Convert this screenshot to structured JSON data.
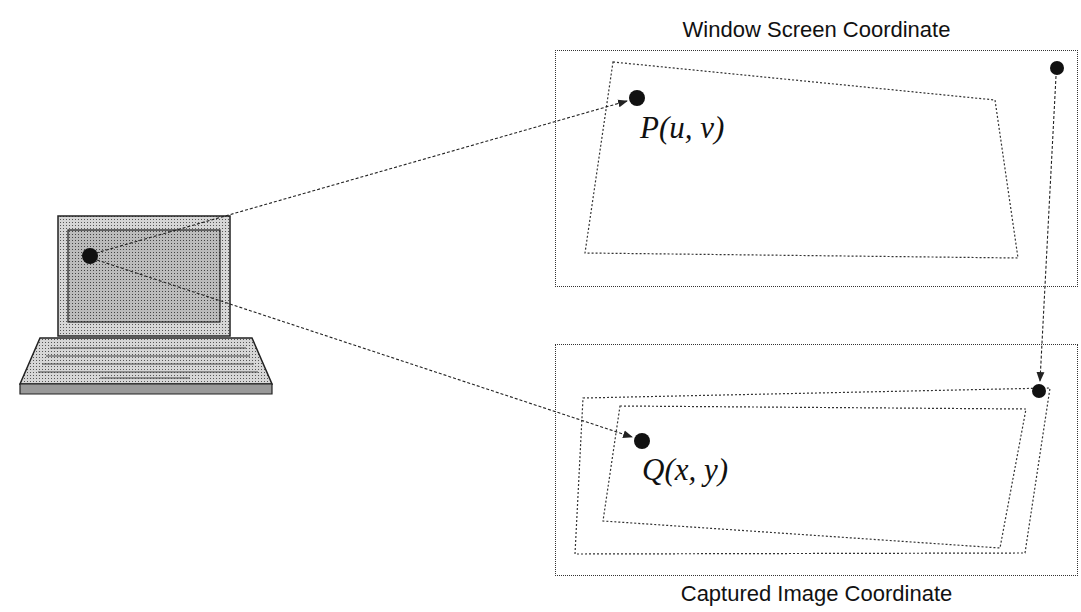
{
  "diagram": {
    "nodes": [
      {
        "text": [
          "Window Screen Coordinate"
        ]
      },
      {
        "text": [
          "Captured Image Coordinate"
        ]
      }
    ],
    "labels": [
      "P(u, v)",
      "Q(x, y)"
    ]
  }
}
